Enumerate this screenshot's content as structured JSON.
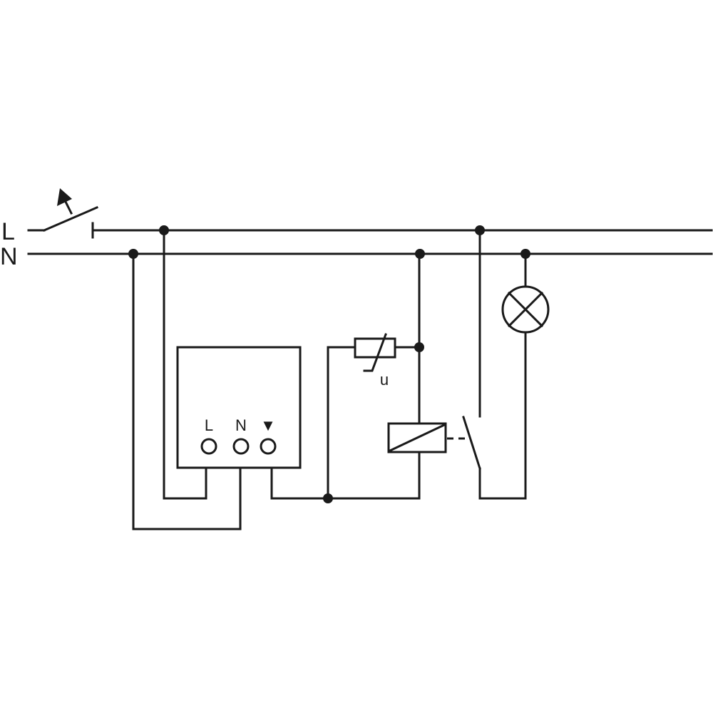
{
  "lines": {
    "live_label": "L",
    "neutral_label": "N"
  },
  "device": {
    "terminals": [
      {
        "label": "L"
      },
      {
        "label": "N"
      },
      {
        "label": "▼"
      }
    ]
  },
  "varistor": {
    "label": "u"
  },
  "icons": {
    "main_switch": "switch-with-push-arrow-icon",
    "varistor": "varistor-icon",
    "relay_coil": "relay-coil-icon",
    "relay_contact": "switch-contact-icon",
    "lamp": "lamp-icon"
  }
}
